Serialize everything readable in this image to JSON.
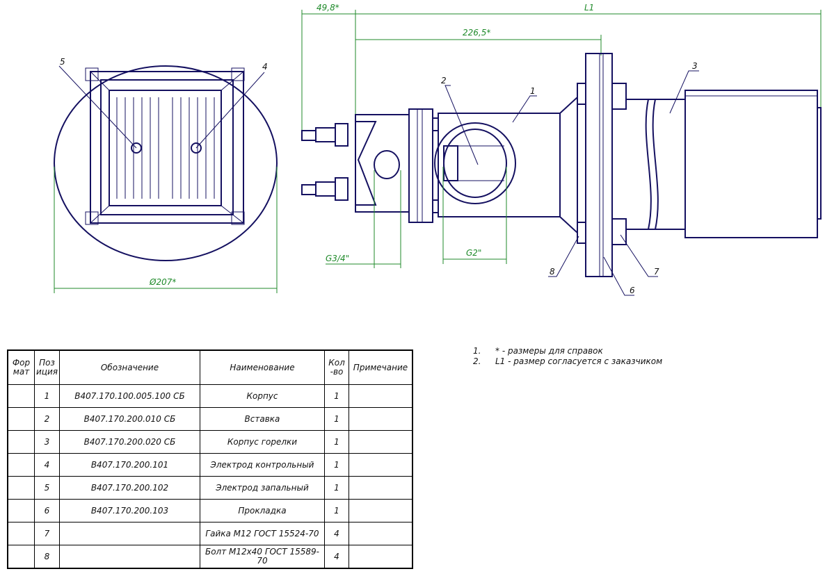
{
  "views": {
    "dimensions": {
      "d1": "49,8*",
      "d2": "L1",
      "d3": "226,5*",
      "d4": "G3/4\"",
      "d5": "G2\"",
      "d6": "Ø207*"
    },
    "positions": [
      "1",
      "2",
      "3",
      "4",
      "5",
      "6",
      "7",
      "8"
    ]
  },
  "notes": [
    {
      "num": "1.",
      "text": "* - размеры для справок"
    },
    {
      "num": "2.",
      "text": "L1 - размер согласуется с заказчиком"
    }
  ],
  "table": {
    "headers": [
      "Фор мат",
      "Поз иция",
      "Обозначение",
      "Наименование",
      "Кол -во",
      "Примечание"
    ],
    "rows": [
      {
        "pos": "1",
        "code": "В407.170.100.005.100 СБ",
        "name": "Корпус",
        "qty": "1"
      },
      {
        "pos": "2",
        "code": "В407.170.200.010 СБ",
        "name": "Вставка",
        "qty": "1"
      },
      {
        "pos": "3",
        "code": "В407.170.200.020 СБ",
        "name": "Корпус горелки",
        "qty": "1"
      },
      {
        "pos": "4",
        "code": "В407.170.200.101",
        "name": "Электрод контрольный",
        "qty": "1"
      },
      {
        "pos": "5",
        "code": "В407.170.200.102",
        "name": "Электрод запальный",
        "qty": "1"
      },
      {
        "pos": "6",
        "code": "В407.170.200.103",
        "name": "Прокладка",
        "qty": "1"
      },
      {
        "pos": "7",
        "code": "",
        "name": "Гайка М12 ГОСТ 15524-70",
        "qty": "4"
      },
      {
        "pos": "8",
        "code": "",
        "name": "Болт М12х40 ГОСТ 15589-70",
        "qty": "4"
      }
    ]
  },
  "colors": {
    "lines": "#141060",
    "dimensions": "#1f8a2a"
  }
}
